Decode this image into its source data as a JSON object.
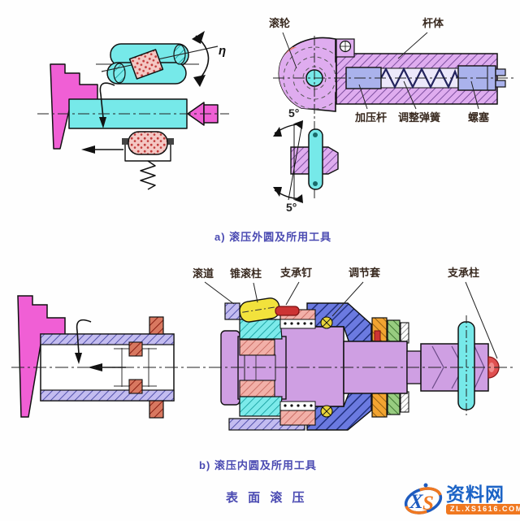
{
  "captions": {
    "a": "a) 滚压外圆及所用工具",
    "b": "b) 滚压内圆及所用工具",
    "title": "表 面 滚 压"
  },
  "upper_labels": {
    "roller": "滚轮",
    "rod_body": "杆体",
    "pressure_rod": "加压杆",
    "adjusting_spring": "调整弹簧",
    "screw_plug": "螺塞",
    "angle_top": "5°",
    "angle_bottom": "5°",
    "rotation": "η"
  },
  "lower_labels": {
    "raceway": "滚道",
    "tapered_roller": "锥滚柱",
    "support_pin": "支承钉",
    "adjusting_sleeve": "调节套",
    "support_column": "支承柱"
  },
  "logo": {
    "x": "X",
    "s": "S",
    "name": "资料网",
    "url": "ZL.XS1616.COM"
  },
  "colors": {
    "workpiece_cyan": "#76e9e9",
    "chuck_magenta": "#f05fd5",
    "tool_plum": "#dfacef",
    "wall_lavender": "#c3bcf0",
    "rod_periwinkle": "#aab2ec",
    "housing_blue": "#6b7ae0",
    "ring_orange": "#f2a431",
    "ring_green": "#98cc80",
    "cage_salmon": "#f2b0a8",
    "mandrel_purple": "#cf9fe3",
    "roller_yellow": "#f2e23c",
    "pin_red": "#cc3333",
    "caption_blue": "#4a4ab2",
    "logo_blue": "#1b63c6",
    "logo_orange": "#f07820"
  }
}
